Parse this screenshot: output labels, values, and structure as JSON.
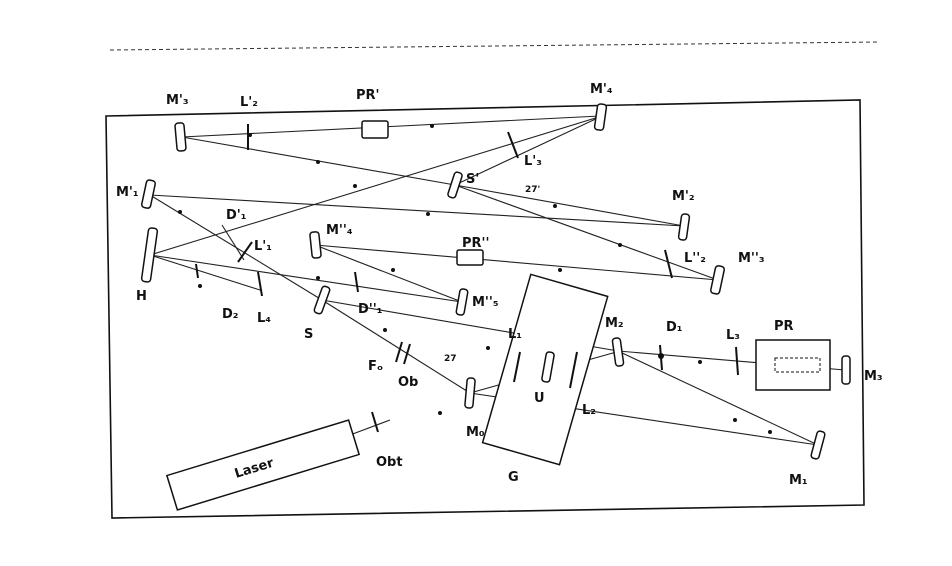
{
  "labels": {
    "M3p": "M'₃",
    "L2p": "L'₂",
    "PRp": "PR'",
    "M4p": "M'₄",
    "M1p": "M'₁",
    "D1p": "D'₁",
    "L3p": "L'₃",
    "Sp": "S'",
    "T27p": "27'",
    "M2p": "M'₂",
    "H": "H",
    "L1p": "L'₁",
    "M4pp": "M''₄",
    "PRpp": "PR''",
    "L2pp": "L''₂",
    "M3pp": "M''₃",
    "D2": "D₂",
    "L4": "L₄",
    "S": "S",
    "D1pp": "D''₁",
    "M5pp": "M''₅",
    "L1": "L₁",
    "MI": "M₂",
    "D1": "D₁",
    "L3": "L₃",
    "PR": "PR",
    "M3": "M₃",
    "Fo": "Fₒ",
    "Ob": "Ob",
    "T27": "27",
    "U": "U",
    "L2": "L₂",
    "Mo": "M₀",
    "Laser": "Laser",
    "Obt": "Obt",
    "G": "G",
    "M1": "M₁"
  }
}
